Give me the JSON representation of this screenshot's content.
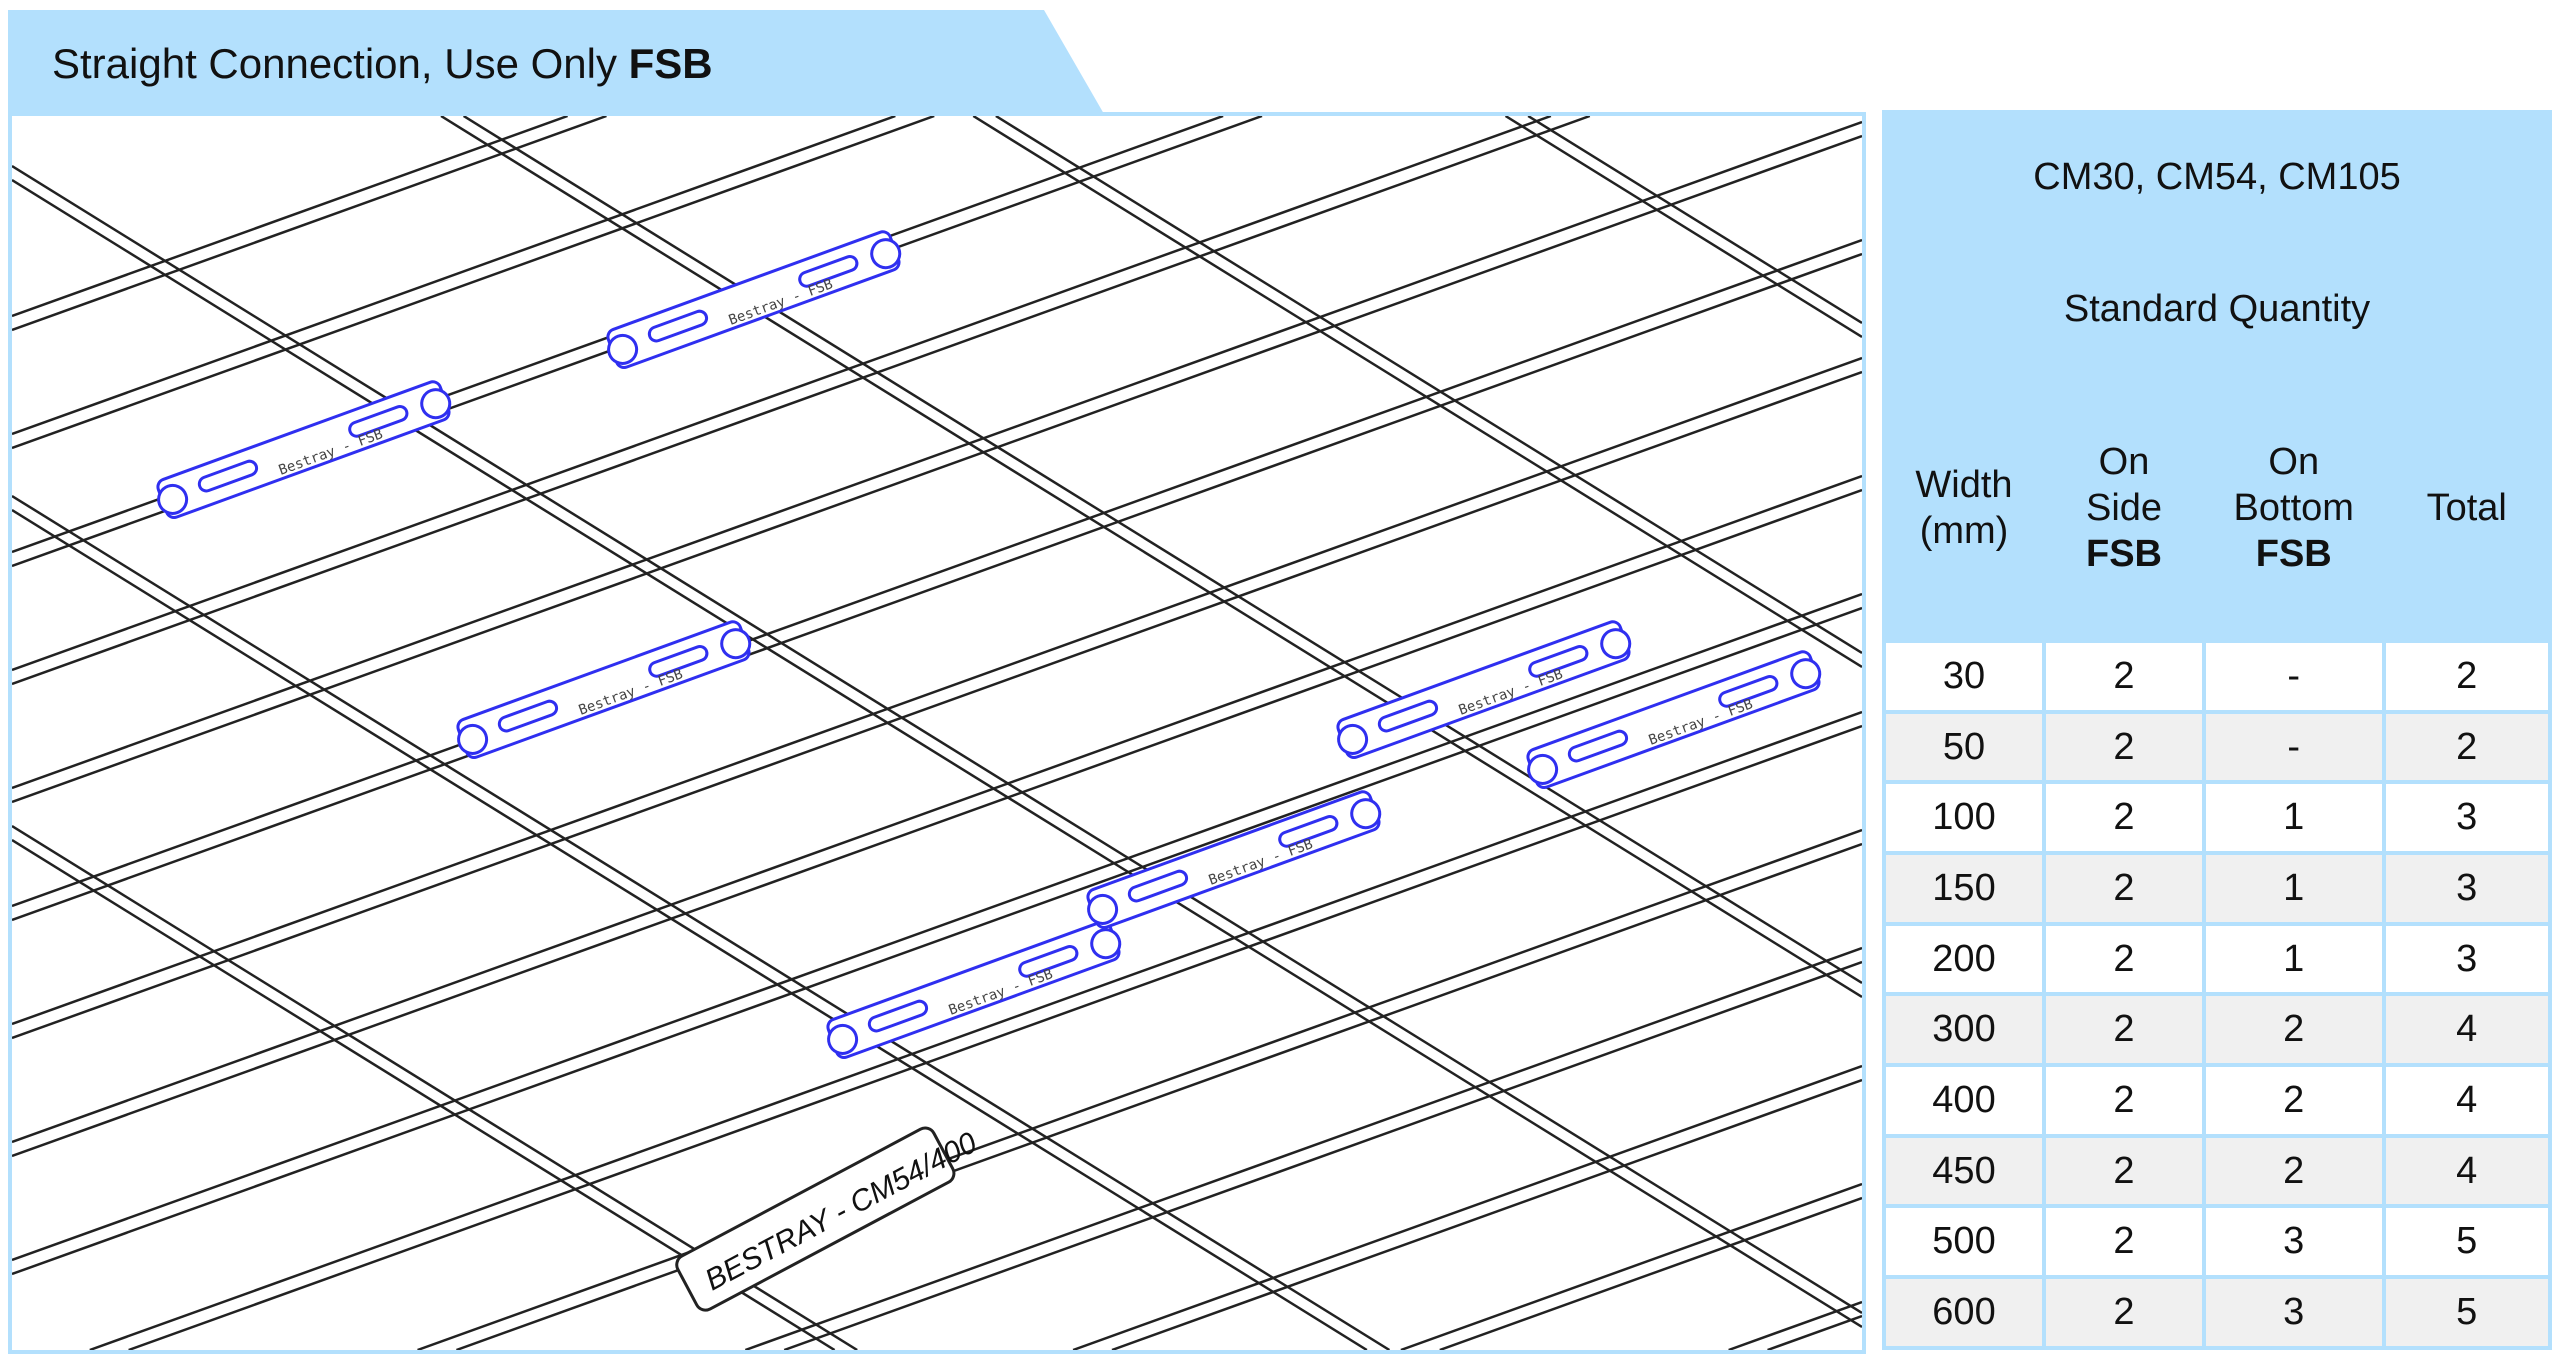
{
  "header": {
    "title": "Straight Connection, Use Only",
    "title_bold": "FSB"
  },
  "diagram": {
    "product_label": "BESTRAY - CM54/400",
    "connector_label": "Bestray - FSB",
    "connector_color": "#2f2ff0",
    "accent_color": "#b3e0fd"
  },
  "table": {
    "product_range": "CM30, CM54, CM105",
    "section_title": "Standard Quantity",
    "columns": [
      {
        "line1": "Width",
        "line2": "(mm)",
        "bold": ""
      },
      {
        "line1": "On",
        "line2": "Side",
        "bold": "FSB"
      },
      {
        "line1": "On",
        "line2": "Bottom",
        "bold": "FSB"
      },
      {
        "line1": "Total",
        "line2": "",
        "bold": ""
      }
    ],
    "rows": [
      [
        "30",
        "2",
        "-",
        "2"
      ],
      [
        "50",
        "2",
        "-",
        "2"
      ],
      [
        "100",
        "2",
        "1",
        "3"
      ],
      [
        "150",
        "2",
        "1",
        "3"
      ],
      [
        "200",
        "2",
        "1",
        "3"
      ],
      [
        "300",
        "2",
        "2",
        "4"
      ],
      [
        "400",
        "2",
        "2",
        "4"
      ],
      [
        "450",
        "2",
        "2",
        "4"
      ],
      [
        "500",
        "2",
        "3",
        "5"
      ],
      [
        "600",
        "2",
        "3",
        "5"
      ]
    ]
  }
}
